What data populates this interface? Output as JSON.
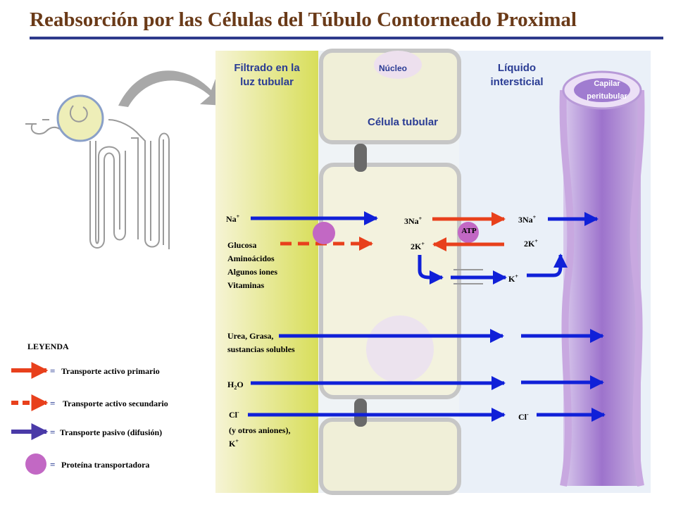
{
  "title": "Reabsorción por las Células del Túbulo Contorneado Proximal",
  "regions": {
    "lumen": [
      "Filtrado en la",
      "luz tubular"
    ],
    "nucleus": "Núcleo",
    "interstitial": [
      "Líquido",
      "intersticial"
    ],
    "capillary": [
      "Capilar",
      "peritubular"
    ],
    "cell": "Célula tubular"
  },
  "ions": {
    "na_in": "Na",
    "na_in_sup": "+",
    "three_na_cell": "3Na",
    "three_na_cell_sup": "+",
    "three_na_out": "3Na",
    "three_na_out_sup": "+",
    "atp": "ATP",
    "two_k_cell": "2K",
    "two_k_cell_sup": "+",
    "two_k_out": "2K",
    "two_k_out_sup": "+",
    "k_channel": "K",
    "k_channel_sup": "+",
    "cl_out": "Cl",
    "cl_out_sup": "-"
  },
  "substances": {
    "cotransported": [
      "Glucosa",
      "Aminoácidos",
      "Algunos iones",
      "Vitaminas"
    ],
    "urea": [
      "Urea, Grasa,",
      "sustancias solubles"
    ],
    "water": "H",
    "water_sub": "2",
    "water_end": "O",
    "chloride": "Cl",
    "chloride_sup": "-",
    "anions": "(y otros aniones),",
    "potassium": "K",
    "potassium_sup": "+"
  },
  "legend": {
    "heading": "LEYENDA",
    "items": [
      {
        "label": "Transporte activo primario",
        "kind": "red-solid"
      },
      {
        "label": "Transporte activo secundario",
        "kind": "red-dashed"
      },
      {
        "label": "Transporte pasivo (difusión)",
        "kind": "blue"
      },
      {
        "label": "Proteína transportadora",
        "kind": "circle"
      }
    ],
    "equals": "="
  },
  "colors": {
    "primary_active": "#e8401c",
    "passive": "#1020d8",
    "carrier": "#c268c4",
    "title": "#6a3a18",
    "label_blue": "#2a3c94",
    "capillary": "#9a6cc8"
  }
}
